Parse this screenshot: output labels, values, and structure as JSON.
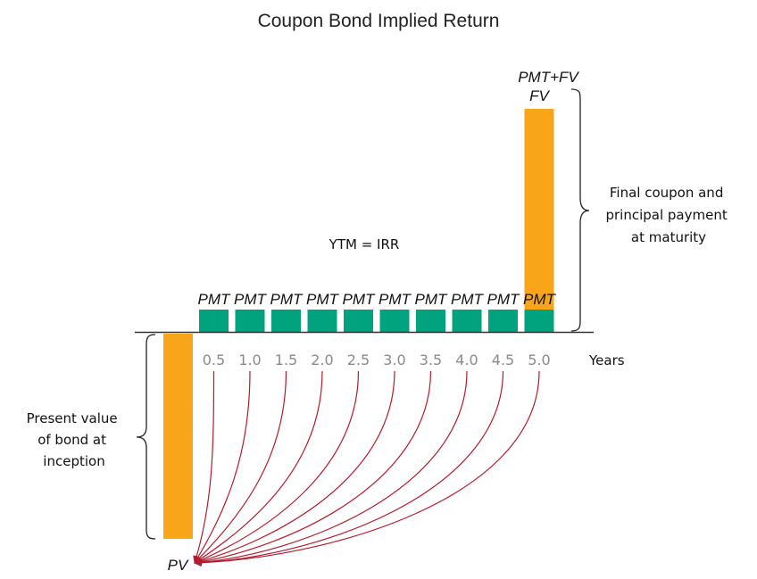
{
  "title": "Coupon Bond Implied Return",
  "center_label": "YTM = IRR",
  "colors": {
    "coupon": "#00a37e",
    "principal": "#f9a51a",
    "arrow": "#b31b2f",
    "axis": "#333333",
    "tick_text": "#8a8a8a"
  },
  "chart_data": {
    "type": "bar",
    "title": "Coupon Bond Implied Return",
    "xlabel": "Years",
    "categories": [
      "0.5",
      "1.0",
      "1.5",
      "2.0",
      "2.5",
      "3.0",
      "3.5",
      "4.0",
      "4.5",
      "5.0"
    ],
    "coupon_label": "PMT",
    "final_top_labels": [
      "PMT+FV",
      "FV"
    ],
    "pv_label": "PV",
    "left_brace_label": [
      "Present value",
      "of bond at",
      "inception"
    ],
    "right_brace_label": [
      "Final coupon and",
      "principal payment",
      "at maturity"
    ],
    "series": [
      {
        "name": "PMT",
        "values": [
          1,
          1,
          1,
          1,
          1,
          1,
          1,
          1,
          1,
          1
        ]
      },
      {
        "name": "FV",
        "values": [
          0,
          0,
          0,
          0,
          0,
          0,
          0,
          0,
          0,
          9
        ]
      }
    ],
    "pv": -9.2
  }
}
